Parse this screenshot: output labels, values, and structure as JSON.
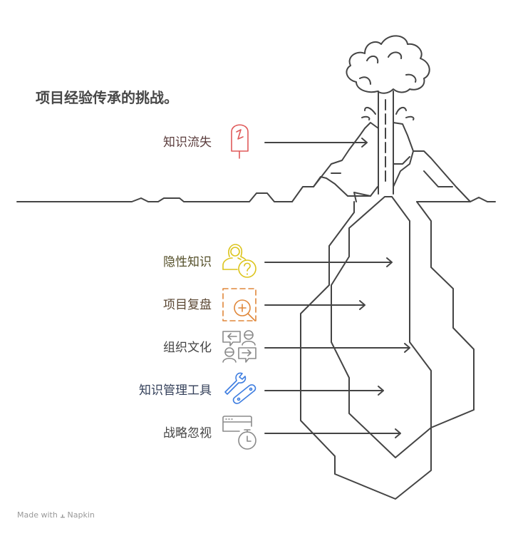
{
  "title": "项目经验传承的挑战。",
  "items": [
    {
      "label": "知识流失",
      "icon": "popsicle-icon",
      "color": "#e05a5a",
      "text_color": "#5a3c3c"
    },
    {
      "label": "隐性知识",
      "icon": "person-question-icon",
      "color": "#dcc41c",
      "text_color": "#55502a"
    },
    {
      "label": "项目复盘",
      "icon": "magnify-plus-icon",
      "color": "#e0873a",
      "text_color": "#5a4632"
    },
    {
      "label": "组织文化",
      "icon": "people-chat-icon",
      "color": "#8a8a8a",
      "text_color": "#444444"
    },
    {
      "label": "知识管理工具",
      "icon": "wrench-link-icon",
      "color": "#3d7de0",
      "text_color": "#34405a"
    },
    {
      "label": "战略忽视",
      "icon": "window-timer-icon",
      "color": "#8a8a8a",
      "text_color": "#444444"
    }
  ],
  "footer": {
    "made_with": "Made with",
    "brand": "Napkin"
  }
}
